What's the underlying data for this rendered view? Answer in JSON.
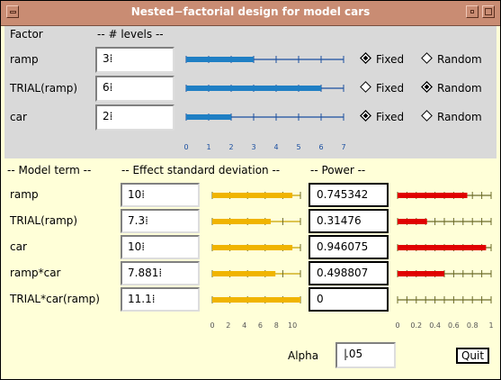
{
  "window": {
    "title": "Nested−factorial design for model cars"
  },
  "factors": {
    "header_factor": "Factor",
    "header_levels": "-- # levels --",
    "rows": [
      {
        "name": "ramp",
        "levels": "3",
        "value": 3,
        "selected": "Fixed"
      },
      {
        "name": "TRIAL(ramp)",
        "levels": "6",
        "value": 6,
        "selected": "Random"
      },
      {
        "name": "car",
        "levels": "2",
        "value": 2,
        "selected": "Fixed"
      }
    ],
    "fixed_label": "Fixed",
    "random_label": "Random",
    "slider": {
      "min": 0,
      "max": 7,
      "ticks": [
        "0",
        "1",
        "2",
        "3",
        "4",
        "5",
        "6",
        "7"
      ],
      "color": "#1f7fc4"
    }
  },
  "terms": {
    "header_term": "-- Model term --",
    "header_sd": "-- Effect standard deviation --",
    "header_power": "-- Power --",
    "rows": [
      {
        "name": "ramp",
        "sd": "10",
        "sd_value": 10,
        "power": "0.745342",
        "power_value": 0.745342
      },
      {
        "name": "TRIAL(ramp)",
        "sd": "7.3",
        "sd_value": 7.3,
        "power": "0.31476",
        "power_value": 0.31476
      },
      {
        "name": "car",
        "sd": "10",
        "sd_value": 10,
        "power": "0.946075",
        "power_value": 0.946075
      },
      {
        "name": "ramp*car",
        "sd": "7.881",
        "sd_value": 7.881,
        "power": "0.498807",
        "power_value": 0.498807
      },
      {
        "name": "TRIAL*car(ramp)",
        "sd": "11.1",
        "sd_value": 11.1,
        "power": "0",
        "power_value": 0
      }
    ],
    "sd_slider": {
      "min": 0,
      "max": 11,
      "ticks": [
        "0",
        "2",
        "4",
        "6",
        "8",
        "10"
      ],
      "color": "#f0b400"
    },
    "power_bar": {
      "min": 0,
      "max": 1,
      "ticks": [
        "0",
        "0.2",
        "0.4",
        "0.6",
        "0.8",
        "1"
      ],
      "color": "#e00000"
    }
  },
  "alpha": {
    "label": "Alpha",
    "value": ".05"
  },
  "quit_label": "Quit"
}
